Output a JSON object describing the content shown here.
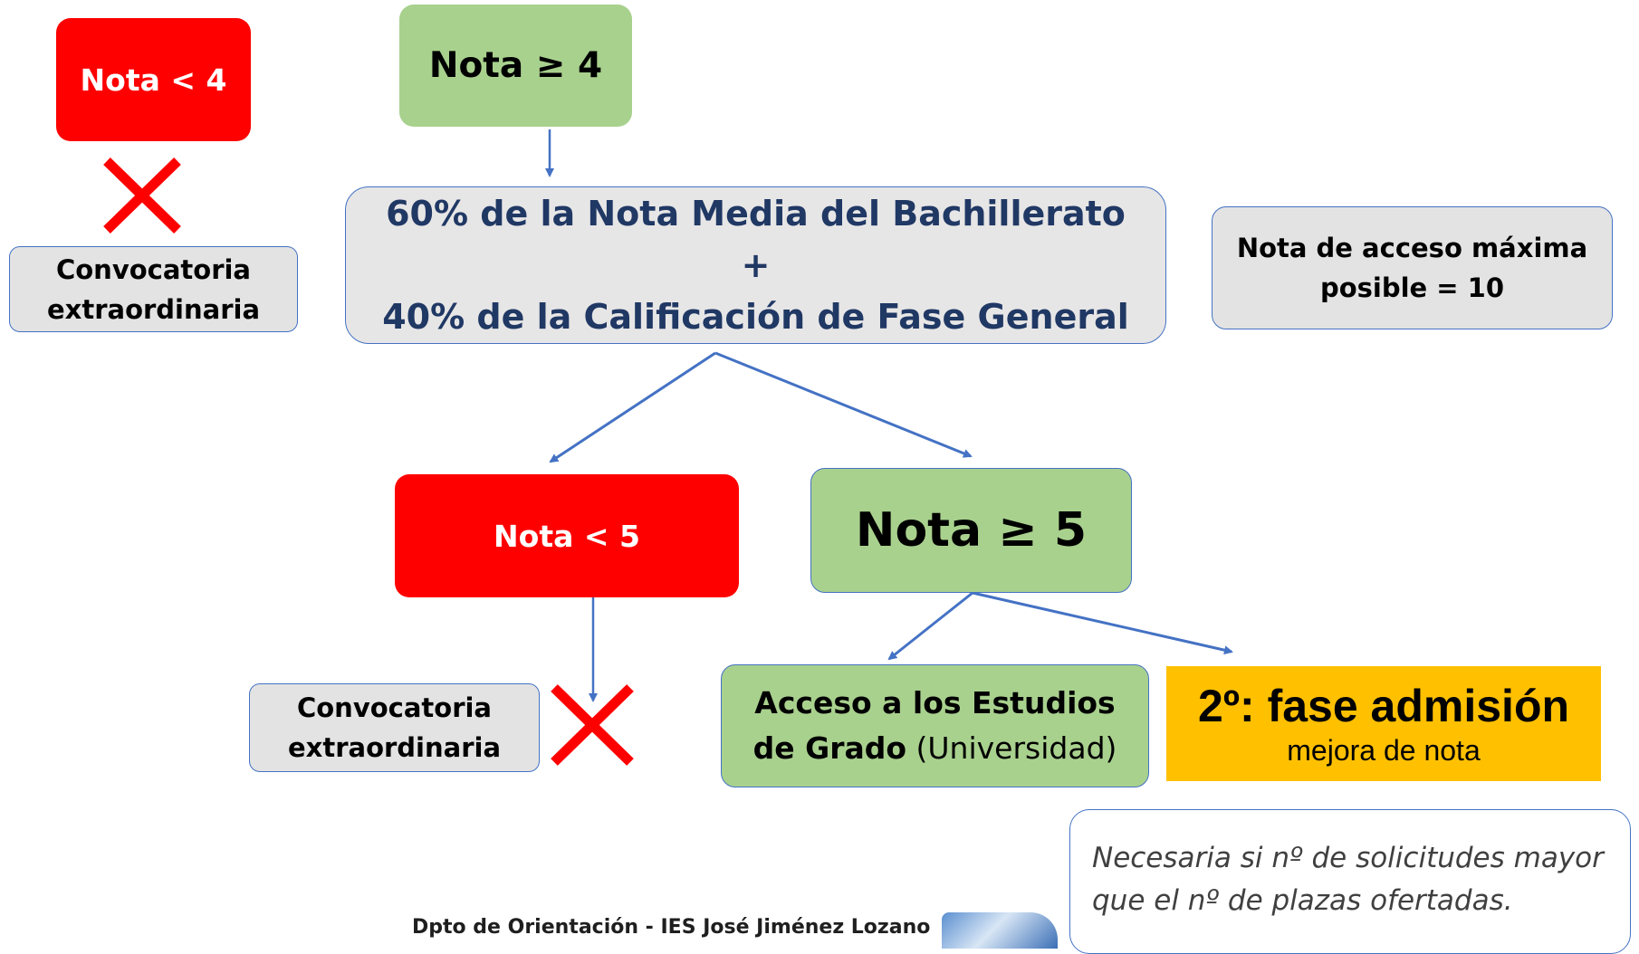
{
  "nodes": {
    "nota_lt4": "Nota < 4",
    "convocatoria_1_line1": "Convocatoria",
    "convocatoria_1_line2": "extraordinaria",
    "nota_ge4": "Nota ≥ 4",
    "formula_line1": "60% de la Nota Media del Bachillerato",
    "formula_plus": "+",
    "formula_line2": "40% de la Calificación de Fase General",
    "max_line1": "Nota de acceso  máxima",
    "max_line2": "posible = 10",
    "nota_lt5": "Nota < 5",
    "nota_ge5": "Nota ≥ 5",
    "convocatoria_2_line1": "Convocatoria",
    "convocatoria_2_line2": "extraordinaria",
    "acceso_line1": "Acceso a los Estudios",
    "acceso_line2_bold": "de Grado",
    "acceso_line2_normal": " (Universidad)",
    "admision_title": "2º: fase admisión",
    "admision_sub": "mejora de nota",
    "note_line1": "Necesaria si nº de solicitudes mayor",
    "note_line2": "que el nº de plazas ofertadas."
  },
  "footer": {
    "text": "Dpto de Orientación - IES José Jiménez Lozano"
  },
  "colors": {
    "fail": "#ff0000",
    "pass": "#a9d18e",
    "neutral": "#e3e3e3",
    "highlight": "#ffc000",
    "connector": "#4472c4",
    "formula_text": "#203864"
  },
  "icons": [
    "red-x-icon",
    "red-x-icon",
    "school-building-icon"
  ]
}
